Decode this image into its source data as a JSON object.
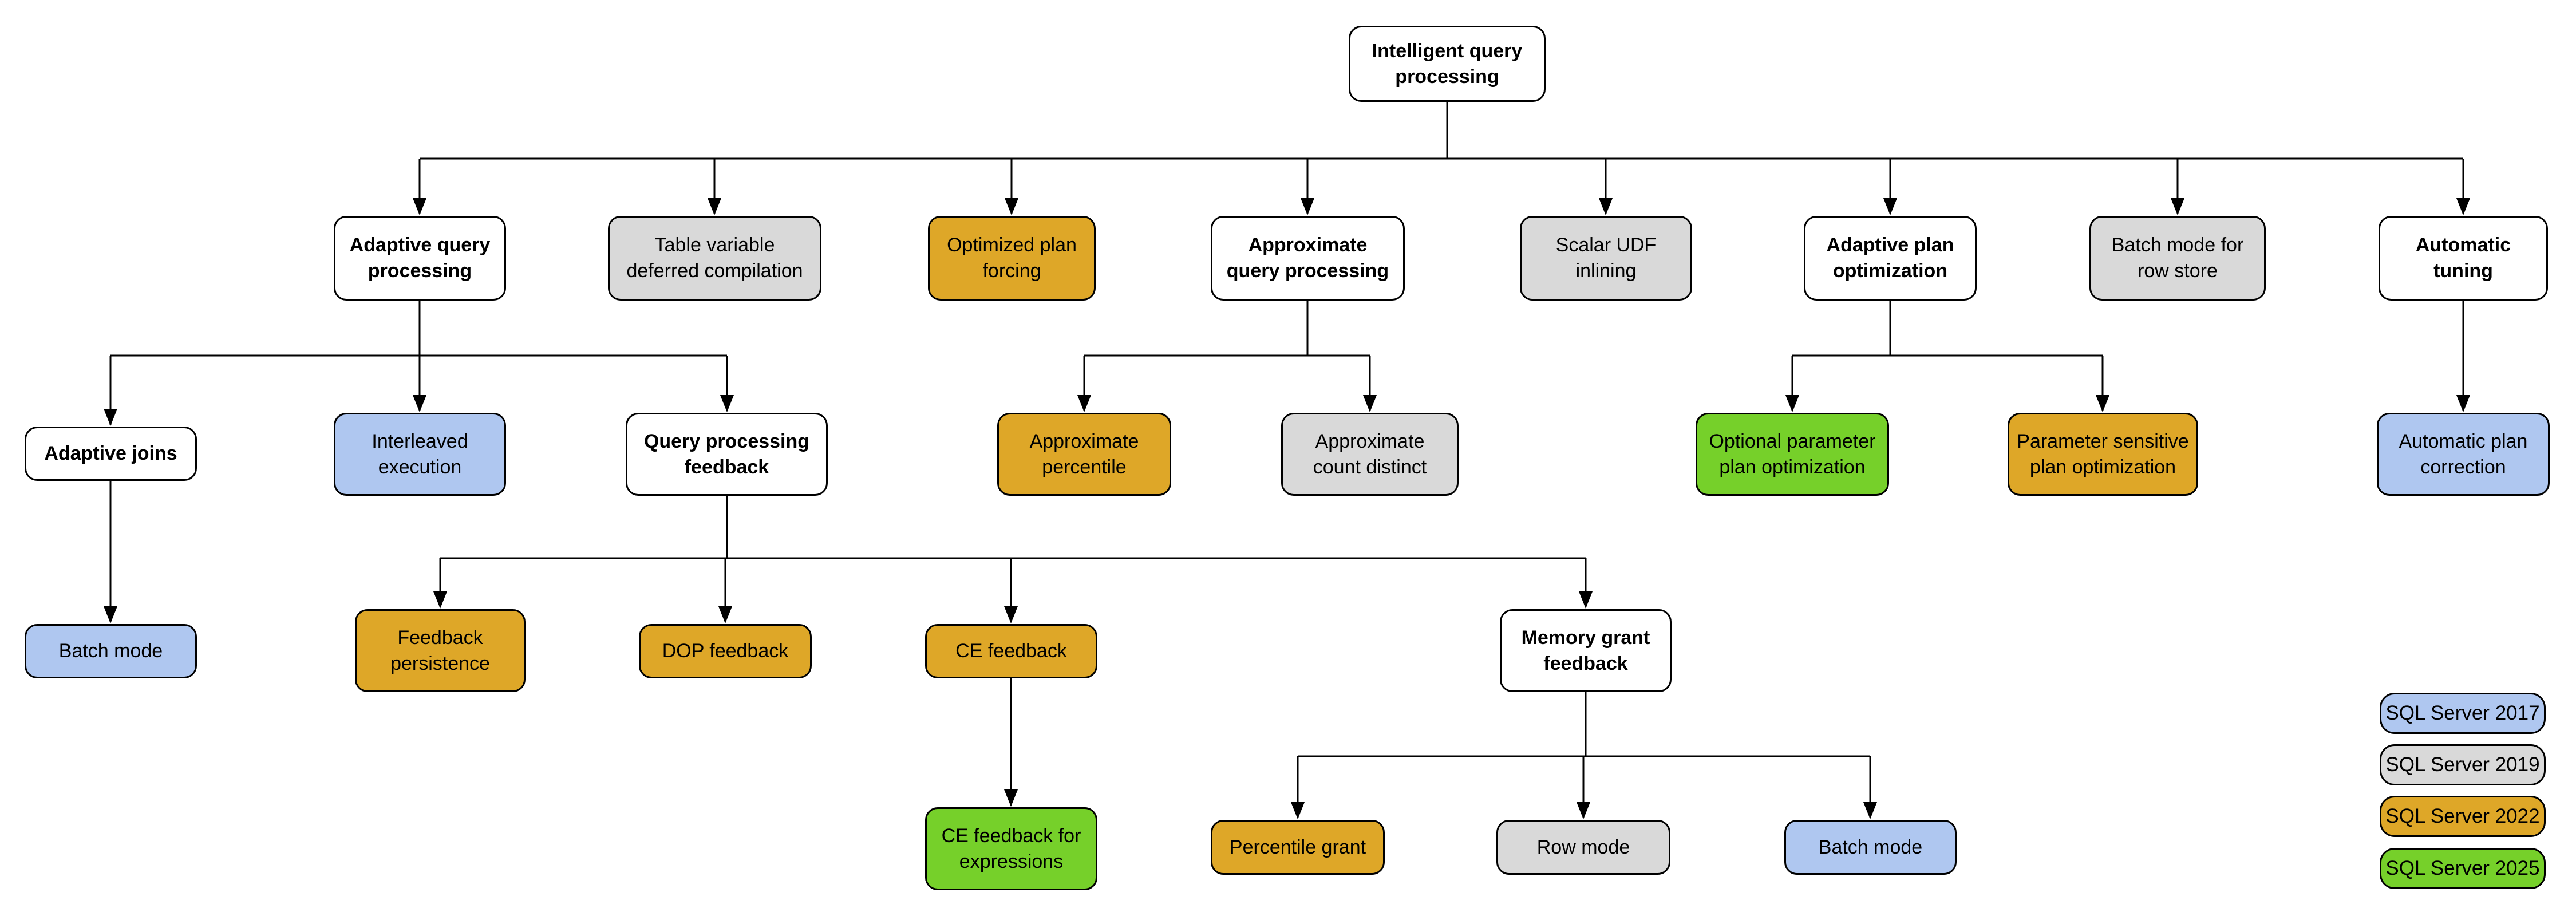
{
  "diagram_title": "Intelligent query processing",
  "colors": {
    "sql2017_blue": "#AFC7F0",
    "sql2019_gray": "#D9D9D9",
    "sql2022_gold": "#DEA728",
    "sql2025_green": "#76D02A",
    "category_white": "#FFFFFF",
    "line_and_border": "#000000"
  },
  "nodes": {
    "root": {
      "label": "Intelligent query processing",
      "type": "category"
    },
    "adaptive_query_processing": {
      "label": "Adaptive query processing",
      "type": "category"
    },
    "table_variable_deferred_compilation": {
      "label": "Table variable deferred compilation",
      "version": "SQL Server 2019"
    },
    "optimized_plan_forcing": {
      "label": "Optimized plan forcing",
      "version": "SQL Server 2022"
    },
    "approximate_query_processing": {
      "label": "Approximate query processing",
      "type": "category"
    },
    "scalar_udf_inlining": {
      "label": "Scalar UDF inlining",
      "version": "SQL Server 2019"
    },
    "adaptive_plan_optimization": {
      "label": "Adaptive plan optimization",
      "type": "category"
    },
    "batch_mode_for_row_store": {
      "label": "Batch mode for row store",
      "version": "SQL Server 2019"
    },
    "automatic_tuning": {
      "label": "Automatic tuning",
      "type": "category"
    },
    "adaptive_joins": {
      "label": "Adaptive joins",
      "type": "category"
    },
    "interleaved_execution": {
      "label": "Interleaved execution",
      "version": "SQL Server 2017"
    },
    "query_processing_feedback": {
      "label": "Query processing feedback",
      "type": "category"
    },
    "approximate_percentile": {
      "label": "Approximate percentile",
      "version": "SQL Server 2022"
    },
    "approximate_count_distinct": {
      "label": "Approximate count distinct",
      "version": "SQL Server 2019"
    },
    "optional_parameter_plan_optimization": {
      "label": "Optional parameter plan optimization",
      "version": "SQL Server 2025"
    },
    "parameter_sensitive_plan_optimization": {
      "label": "Parameter sensitive plan optimization",
      "version": "SQL Server 2022"
    },
    "automatic_plan_correction": {
      "label": "Automatic plan correction",
      "version": "SQL Server 2017"
    },
    "batch_mode_adaptive_joins": {
      "label": "Batch mode",
      "version": "SQL Server 2017"
    },
    "feedback_persistence": {
      "label": "Feedback persistence",
      "version": "SQL Server 2022"
    },
    "dop_feedback": {
      "label": "DOP feedback",
      "version": "SQL Server 2022"
    },
    "ce_feedback": {
      "label": "CE feedback",
      "version": "SQL Server 2022"
    },
    "memory_grant_feedback": {
      "label": "Memory grant feedback",
      "type": "category"
    },
    "ce_feedback_for_expressions": {
      "label": "CE feedback for expressions",
      "version": "SQL Server 2025"
    },
    "percentile_grant": {
      "label": "Percentile grant",
      "version": "SQL Server 2022"
    },
    "row_mode": {
      "label": "Row mode",
      "version": "SQL Server 2019"
    },
    "batch_mode_memory_grant": {
      "label": "Batch mode",
      "version": "SQL Server 2017"
    }
  },
  "legend": {
    "items": [
      {
        "label": "SQL Server 2017",
        "color": "#AFC7F0"
      },
      {
        "label": "SQL Server 2019",
        "color": "#D9D9D9"
      },
      {
        "label": "SQL Server 2022",
        "color": "#DEA728"
      },
      {
        "label": "SQL Server 2025",
        "color": "#76D02A"
      }
    ]
  }
}
